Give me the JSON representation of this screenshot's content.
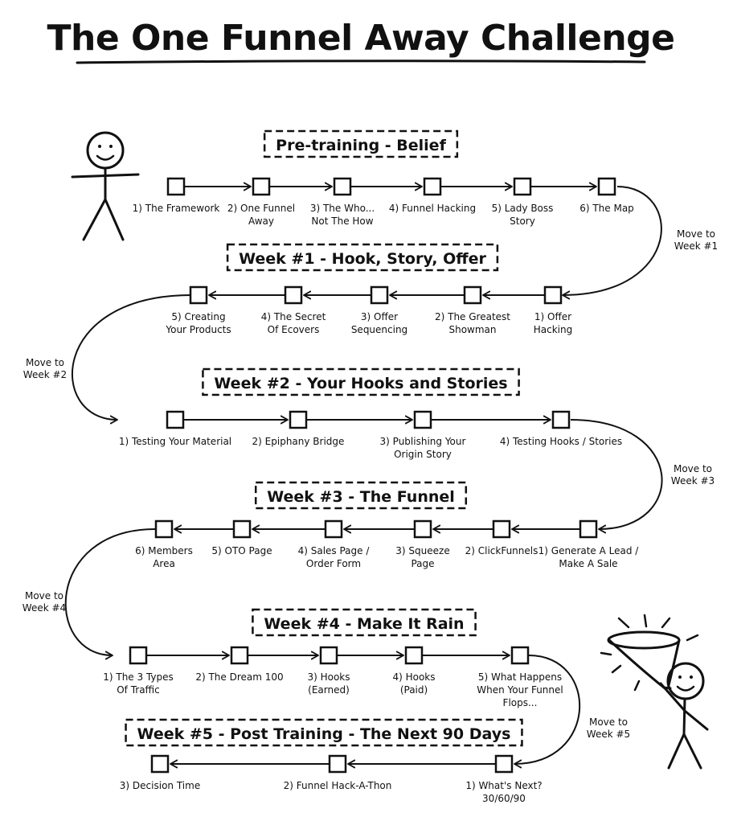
{
  "title": "The One Funnel Away Challenge",
  "sections": [
    {
      "label": "Pre-training - Belief",
      "steps": [
        {
          "lines": [
            "1) The Framework"
          ]
        },
        {
          "lines": [
            "2) One Funnel",
            "Away"
          ]
        },
        {
          "lines": [
            "3) The Who...",
            "Not The How"
          ]
        },
        {
          "lines": [
            "4) Funnel Hacking"
          ]
        },
        {
          "lines": [
            "5) Lady Boss",
            "Story"
          ]
        },
        {
          "lines": [
            "6) The Map"
          ]
        }
      ],
      "transition": [
        "Move to",
        "Week #1"
      ]
    },
    {
      "label": "Week #1 - Hook, Story, Offer",
      "steps": [
        {
          "lines": [
            "1) Offer",
            "Hacking"
          ]
        },
        {
          "lines": [
            "2) The Greatest",
            "Showman"
          ]
        },
        {
          "lines": [
            "3) Offer",
            "Sequencing"
          ]
        },
        {
          "lines": [
            "4) The Secret",
            "Of Ecovers"
          ]
        },
        {
          "lines": [
            "5) Creating",
            "Your Products"
          ]
        }
      ],
      "transition": [
        "Move to",
        "Week #2"
      ]
    },
    {
      "label": "Week #2 - Your Hooks and Stories",
      "steps": [
        {
          "lines": [
            "1) Testing Your Material"
          ]
        },
        {
          "lines": [
            "2) Epiphany Bridge"
          ]
        },
        {
          "lines": [
            "3) Publishing Your",
            "Origin Story"
          ]
        },
        {
          "lines": [
            "4) Testing Hooks / Stories"
          ]
        }
      ],
      "transition": [
        "Move to",
        "Week #3"
      ]
    },
    {
      "label": "Week #3 - The Funnel",
      "steps": [
        {
          "lines": [
            "1) Generate A Lead /",
            "Make A Sale"
          ]
        },
        {
          "lines": [
            "2) ClickFunnels"
          ]
        },
        {
          "lines": [
            "3) Squeeze",
            "Page"
          ]
        },
        {
          "lines": [
            "4) Sales Page /",
            "Order Form"
          ]
        },
        {
          "lines": [
            "5) OTO Page"
          ]
        },
        {
          "lines": [
            "6) Members",
            "Area"
          ]
        }
      ],
      "transition": [
        "Move to",
        "Week #4"
      ]
    },
    {
      "label": "Week #4 - Make It Rain",
      "steps": [
        {
          "lines": [
            "1) The 3 Types",
            "Of Traffic"
          ]
        },
        {
          "lines": [
            "2) The Dream 100"
          ]
        },
        {
          "lines": [
            "3) Hooks",
            "(Earned)"
          ]
        },
        {
          "lines": [
            "4) Hooks",
            "(Paid)"
          ]
        },
        {
          "lines": [
            "5) What Happens",
            "When Your Funnel",
            "Flops..."
          ]
        }
      ],
      "transition": [
        "Move to",
        "Week #5"
      ]
    },
    {
      "label": "Week #5 - Post Training - The Next 90 Days",
      "steps": [
        {
          "lines": [
            "1) What's Next?",
            "30/60/90"
          ]
        },
        {
          "lines": [
            "2) Funnel Hack-A-Thon"
          ]
        },
        {
          "lines": [
            "3) Decision Time"
          ]
        }
      ]
    }
  ],
  "colors": {
    "ink": "#111111",
    "background": "#ffffff"
  },
  "icons": [
    "stick-figure-start-icon",
    "stick-figure-funnel-icon",
    "funnel-icon"
  ]
}
